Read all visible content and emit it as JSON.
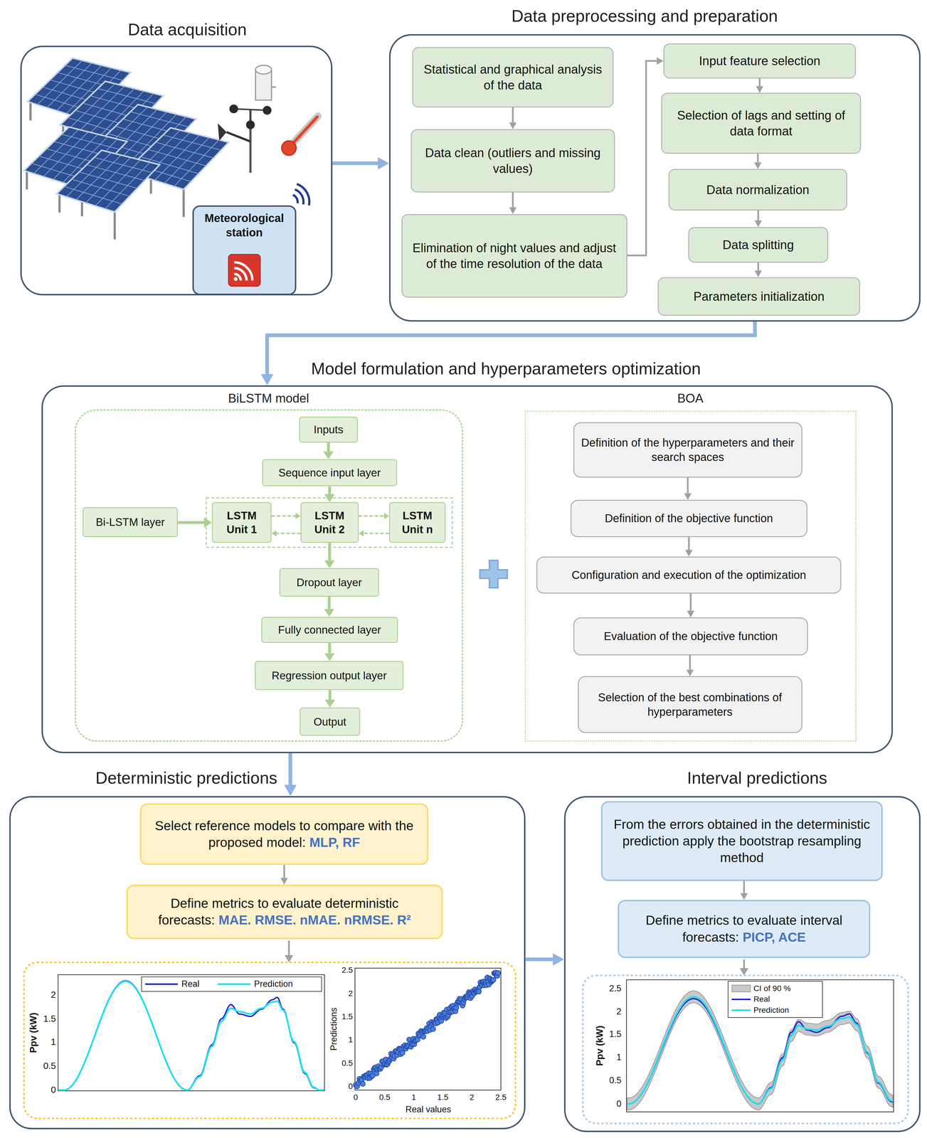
{
  "diagram": {
    "nodes": [
      {
        "text": [
          "Data acquisition"
        ]
      },
      {
        "text": [
          "Meteorological station"
        ],
        "in": 0
      },
      {
        "text": [
          "Data preprocessing and preparation"
        ]
      },
      {
        "text": [
          "Statistical and graphical analysis of the data"
        ],
        "in": 2
      },
      {
        "text": [
          "Data clean (outliers and missing values)"
        ],
        "in": 2
      },
      {
        "text": [
          "Elimination of night values and adjust of the time resolution of the data"
        ],
        "in": 2
      },
      {
        "text": [
          "Input feature selection"
        ],
        "in": 2
      },
      {
        "text": [
          "Selection of lags and setting of data format"
        ],
        "in": 2
      },
      {
        "text": [
          "Data normalization"
        ],
        "in": 2
      },
      {
        "text": [
          "Data splitting"
        ],
        "in": 2
      },
      {
        "text": [
          "Parameters initialization"
        ],
        "in": 2
      },
      {
        "text": [
          "Model formulation and hyperparameters optimization"
        ]
      },
      {
        "text": [
          "BiLSTM model"
        ],
        "in": 11
      },
      {
        "text": [
          "Inputs"
        ],
        "in": 12
      },
      {
        "text": [
          "Sequence input layer"
        ],
        "in": 12
      },
      {
        "text": [
          "Bi-LSTM layer"
        ],
        "in": 12
      },
      {
        "text": [
          "LSTM Unit 1"
        ],
        "in": 12
      },
      {
        "text": [
          "LSTM Unit 2"
        ],
        "in": 12
      },
      {
        "text": [
          "LSTM Unit n"
        ],
        "in": 12
      },
      {
        "text": [
          "Dropout layer"
        ],
        "in": 12
      },
      {
        "text": [
          "Fully connected layer"
        ],
        "in": 12
      },
      {
        "text": [
          "Regression output layer"
        ],
        "in": 12
      },
      {
        "text": [
          "Output"
        ],
        "in": 12
      },
      {
        "text": [
          "BOA"
        ],
        "in": 11
      },
      {
        "text": [
          "Definition of the hyperparameters and their search spaces"
        ],
        "in": 23
      },
      {
        "text": [
          "Definition of the objective function"
        ],
        "in": 23
      },
      {
        "text": [
          "Configuration and execution of the optimization"
        ],
        "in": 23
      },
      {
        "text": [
          "Evaluation of the objective function"
        ],
        "in": 23
      },
      {
        "text": [
          "Selection of the best combinations of hyperparameters"
        ],
        "in": 23
      },
      {
        "text": [
          "Deterministic predictions"
        ]
      },
      {
        "text": [
          "Select reference models to compare with the proposed model:",
          "MLP, RF"
        ],
        "in": 29
      },
      {
        "text": [
          "Define metrics to evaluate deterministic forecasts:",
          "MAE. RMSE. nMAE. nRMSE. R²"
        ],
        "in": 29
      },
      {
        "text": [
          "Interval predictions"
        ]
      },
      {
        "text": [
          "From the errors obtained in the deterministic prediction apply the bootstrap resampling method"
        ],
        "in": 32
      },
      {
        "text": [
          "Define metrics to evaluate interval forecasts:",
          "PICP, ACE"
        ],
        "in": 32
      }
    ],
    "edges": [
      {
        "from": 0,
        "to": 2,
        "arrow": "to"
      },
      {
        "from": 2,
        "to": 11,
        "arrow": "to"
      },
      {
        "from": 3,
        "to": 4,
        "arrow": "to"
      },
      {
        "from": 4,
        "to": 5,
        "arrow": "to"
      },
      {
        "from": 5,
        "to": 6,
        "arrow": "to"
      },
      {
        "from": 6,
        "to": 7,
        "arrow": "to"
      },
      {
        "from": 7,
        "to": 8,
        "arrow": "to"
      },
      {
        "from": 8,
        "to": 9,
        "arrow": "to"
      },
      {
        "from": 9,
        "to": 10,
        "arrow": "to"
      },
      {
        "from": 13,
        "to": 14,
        "arrow": "to"
      },
      {
        "from": 14,
        "to": 17,
        "arrow": "to"
      },
      {
        "from": 15,
        "to": 16,
        "arrow": "to"
      },
      {
        "from": 16,
        "to": 17,
        "arrow": "to"
      },
      {
        "from": 17,
        "to": 16,
        "arrow": "to"
      },
      {
        "from": 17,
        "to": 18,
        "arrow": "to"
      },
      {
        "from": 18,
        "to": 17,
        "arrow": "to"
      },
      {
        "from": 17,
        "to": 19,
        "arrow": "to"
      },
      {
        "from": 19,
        "to": 20,
        "arrow": "to"
      },
      {
        "from": 20,
        "to": 21,
        "arrow": "to"
      },
      {
        "from": 21,
        "to": 22,
        "arrow": "to"
      },
      {
        "from": 24,
        "to": 25,
        "arrow": "to"
      },
      {
        "from": 25,
        "to": 26,
        "arrow": "to"
      },
      {
        "from": 26,
        "to": 27,
        "arrow": "to"
      },
      {
        "from": 27,
        "to": 28,
        "arrow": "to"
      },
      {
        "from": 11,
        "to": 29,
        "arrow": "to"
      },
      {
        "from": 29,
        "to": 32,
        "arrow": "to"
      },
      {
        "from": 30,
        "to": 31,
        "arrow": "to"
      },
      {
        "from": 33,
        "to": 34,
        "arrow": "to"
      }
    ],
    "labels": [
      "Ppv (kW)",
      "0",
      "0.5",
      "1",
      "1.5",
      "2",
      "Predictions",
      "Real values",
      "0",
      "0.5",
      "1",
      "1.5",
      "2",
      "2.5",
      "0",
      "0.5",
      "1",
      "1.5",
      "2",
      "2.5",
      "Ppv (kW)",
      "0",
      "0.5",
      "1",
      "1.5",
      "2",
      "2.5"
    ],
    "legend": [
      {
        "text": "Real"
      },
      {
        "text": "Prediction"
      },
      {
        "text": "CI of 90 %",
        "color": "#c8c8c8"
      },
      {
        "text": "Real"
      },
      {
        "text": "Prediction"
      }
    ]
  }
}
